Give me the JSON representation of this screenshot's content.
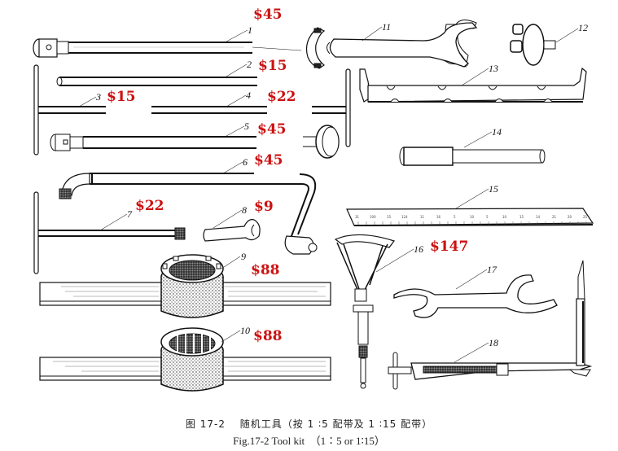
{
  "figure": {
    "caption_cn": "图 17-2　 随机工具（按 1 ∶5 配带及 1 ∶15 配带）",
    "caption_en": "Fig.17-2 Tool kit　（1∶5 or 1∶15）",
    "accent_color": "#cc1111"
  },
  "parts": [
    {
      "number": "1",
      "name": "socket-wrench-long-bar",
      "price": "$45"
    },
    {
      "number": "2",
      "name": "plain-rod",
      "price": "$15"
    },
    {
      "number": "3",
      "name": "t-handle-rod-left",
      "price": "$15"
    },
    {
      "number": "4",
      "name": "t-handle-rod-right",
      "price": "$22"
    },
    {
      "number": "5",
      "name": "socket-bar-with-cap",
      "price": "$45"
    },
    {
      "number": "6",
      "name": "cranked-socket-wrench",
      "price": "$45"
    },
    {
      "number": "7",
      "name": "t-handle-wrench",
      "price": "$22"
    },
    {
      "number": "8",
      "name": "open-end-wrench",
      "price": "$9"
    },
    {
      "number": "9",
      "name": "slotted-socket-on-ruler",
      "price": "$88"
    },
    {
      "number": "10",
      "name": "splined-socket-on-ruler",
      "price": "$88"
    },
    {
      "number": "11",
      "name": "hook-spanner",
      "price": null
    },
    {
      "number": "12",
      "name": "pin-puller-disc",
      "price": null
    },
    {
      "number": "13",
      "name": "bracket-bar",
      "price": null
    },
    {
      "number": "14",
      "name": "drift-punch",
      "price": null
    },
    {
      "number": "15",
      "name": "steel-ruler",
      "price": null
    },
    {
      "number": "16",
      "name": "gauge-tool",
      "price": "$147"
    },
    {
      "number": "17",
      "name": "double-hook-spanner",
      "price": null
    },
    {
      "number": "18",
      "name": "clamp-tool-with-blade",
      "price": null
    }
  ],
  "ruler_labels": [
    "31",
    "100",
    "15",
    "124",
    "11",
    "16",
    "5",
    "10",
    "5",
    "10",
    "15",
    "14",
    "21",
    "20",
    "25"
  ]
}
